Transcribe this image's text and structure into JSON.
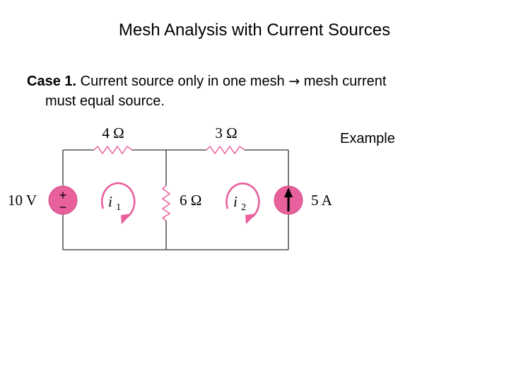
{
  "title": "Mesh Analysis with Current Sources",
  "case": {
    "label": "Case 1.",
    "text_before_arrow": "Current source only in one mesh",
    "arrow_icon": "right-arrow-icon",
    "text_after_arrow": "mesh current",
    "line2": "must equal source."
  },
  "example_label": "Example",
  "circuit": {
    "resistor_top_left": "4 Ω",
    "resistor_top_right": "3 Ω",
    "resistor_middle": "6 Ω",
    "voltage_source": "10 V",
    "voltage_plus": "+",
    "voltage_minus": "−",
    "current_source": "5 A",
    "mesh1": {
      "symbol": "i",
      "subscript": "1"
    },
    "mesh2": {
      "symbol": "i",
      "subscript": "2"
    },
    "colors": {
      "source_fill": "#e8609c",
      "mesh_arrow": "#e8609c",
      "resistor": "#e8609c",
      "wire": "#333333"
    }
  }
}
